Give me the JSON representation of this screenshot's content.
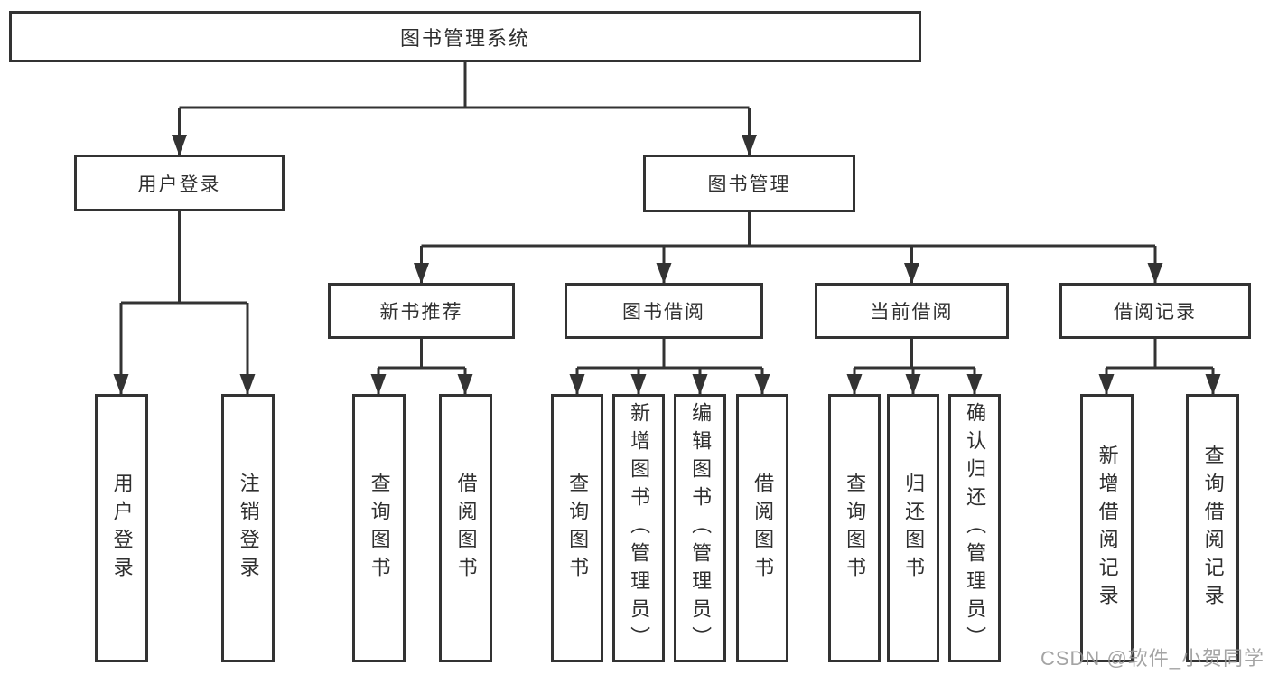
{
  "tree": {
    "label": "图书管理系统",
    "children": [
      {
        "label": "用户登录",
        "children": [
          {
            "label": "用户登录"
          },
          {
            "label": "注销登录"
          }
        ]
      },
      {
        "label": "图书管理",
        "children": [
          {
            "label": "新书推荐",
            "children": [
              {
                "label": "查询图书"
              },
              {
                "label": "借阅图书"
              }
            ]
          },
          {
            "label": "图书借阅",
            "children": [
              {
                "label": "查询图书"
              },
              {
                "label": "新增图书（管理员）"
              },
              {
                "label": "编辑图书（管理员）"
              },
              {
                "label": "借阅图书"
              }
            ]
          },
          {
            "label": "当前借阅",
            "children": [
              {
                "label": "查询图书"
              },
              {
                "label": "归还图书"
              },
              {
                "label": "确认归还（管理员）"
              }
            ]
          },
          {
            "label": "借阅记录",
            "children": [
              {
                "label": "新增借阅记录"
              },
              {
                "label": "查询借阅记录"
              }
            ]
          }
        ]
      }
    ]
  },
  "watermark": "CSDN @软件_小贺同学",
  "colors": {
    "line": "#333333",
    "box_border": "#333333",
    "box_fill": "#ffffff",
    "text": "#2f2f2f",
    "watermark": "#949494",
    "background": "#ffffff"
  }
}
